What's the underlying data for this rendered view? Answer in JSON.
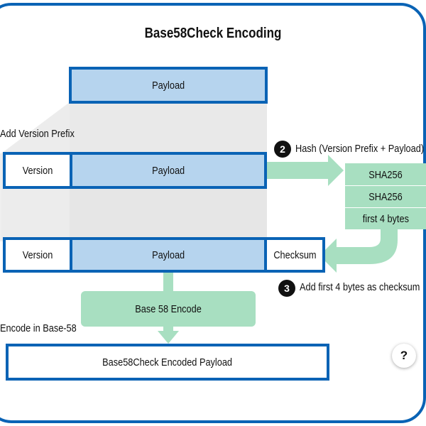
{
  "title": "Base58Check Encoding",
  "payload_label": "Payload",
  "version_label": "Version",
  "checksum_label": "Checksum",
  "step_add_version": "Add Version Prefix",
  "step2_number": "2",
  "step2_text": "Hash (Version Prefix + Payload)",
  "sha1": "SHA256",
  "sha2": "SHA256",
  "first4": "first 4 bytes",
  "step3_number": "3",
  "step3_text": "Add first 4 bytes as checksum",
  "base58_encode": "Base 58 Encode",
  "step_encode": "Encode in Base-58",
  "encoded_payload": "Base58Check Encoded Payload",
  "help_icon": "?",
  "colors": {
    "border": "#0a63b5",
    "payload_fill": "#b6d4ee",
    "green": "#a8dfc1"
  }
}
